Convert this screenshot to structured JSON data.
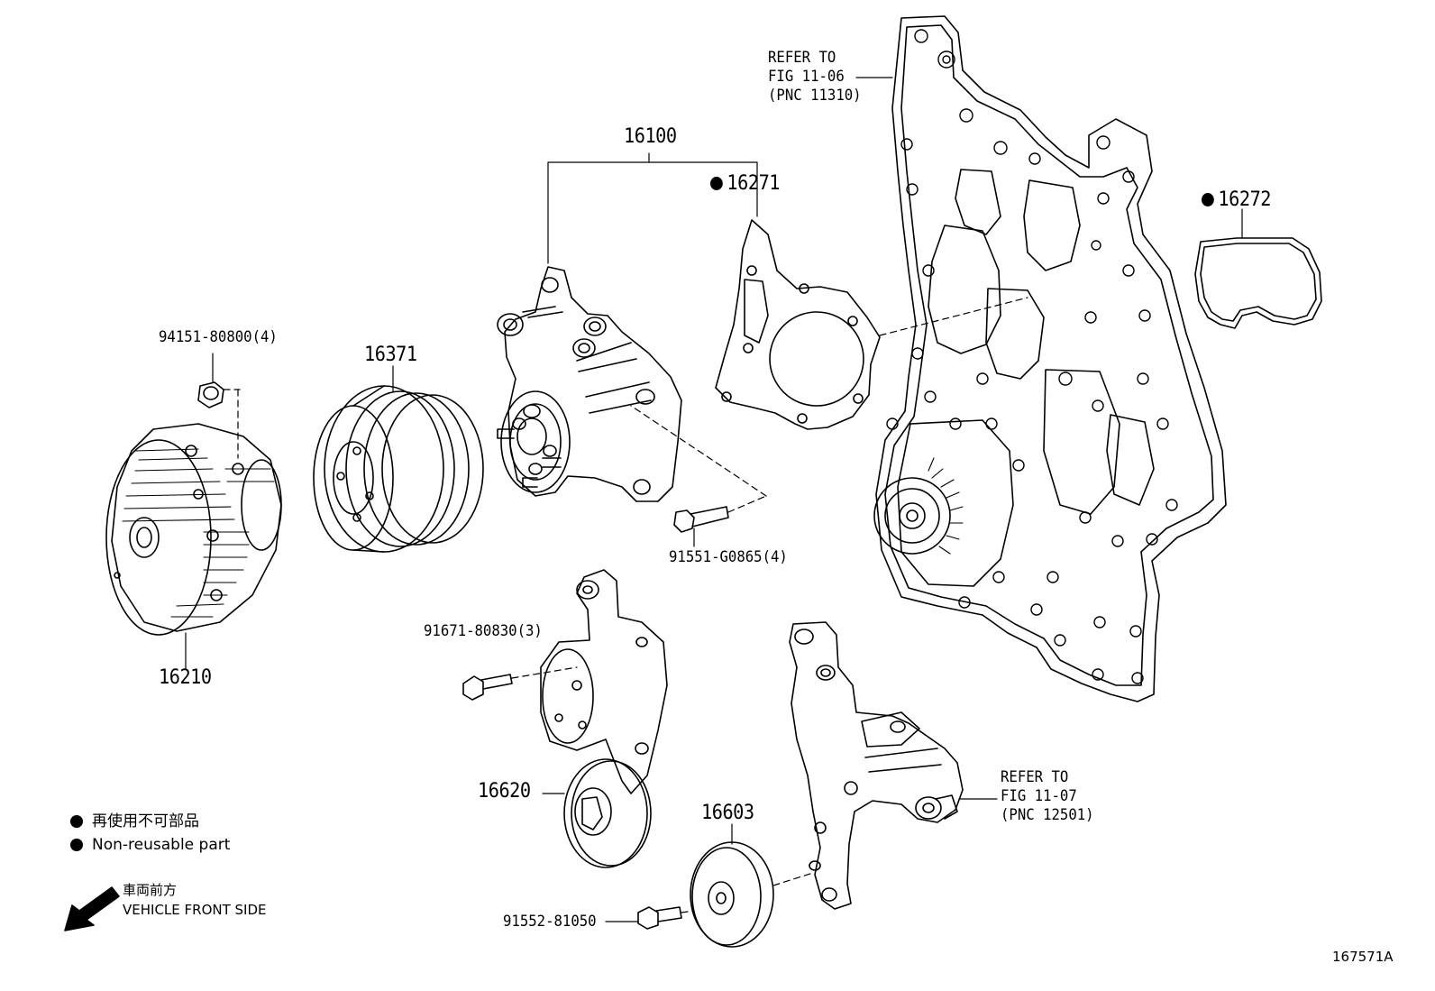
{
  "labels": {
    "p16100": "16100",
    "p16271": "16271",
    "p16272": "16272",
    "p94151": "94151-80800(4)",
    "p16371": "16371",
    "p91551": "91551-G0865(4)",
    "p16210": "16210",
    "p91671": "91671-80830(3)",
    "p16620": "16620",
    "p16603": "16603",
    "p91552": "91552-81050"
  },
  "refs": {
    "top": {
      "line1": "REFER TO",
      "line2": "FIG 11-06",
      "line3": "(PNC 11310)"
    },
    "bottom": {
      "line1": "REFER TO",
      "line2": "FIG 11-07",
      "line3": "(PNC 12501)"
    }
  },
  "legend": {
    "japanese": "再使用不可部品",
    "english": "Non-reusable part"
  },
  "front": {
    "japanese": "車両前方",
    "english": "VEHICLE FRONT SIDE"
  },
  "figure_id": "167571A"
}
